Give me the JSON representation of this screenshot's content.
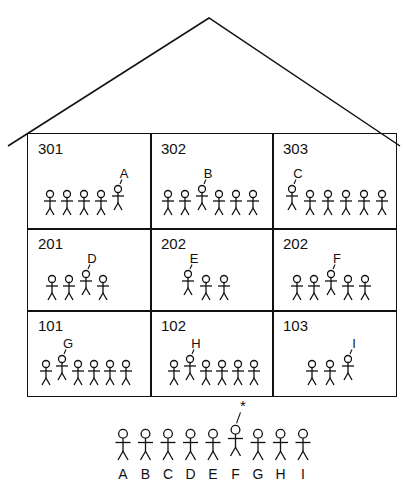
{
  "diagram": {
    "nodes": [
      {
        "text": [
          "301",
          "A"
        ]
      },
      {
        "text": [
          "302",
          "B"
        ]
      },
      {
        "text": [
          "303",
          "C"
        ]
      },
      {
        "text": [
          "201",
          "D"
        ]
      },
      {
        "text": [
          "202",
          "E"
        ]
      },
      {
        "text": [
          "202",
          "F"
        ]
      },
      {
        "text": [
          "101",
          "G"
        ]
      },
      {
        "text": [
          "102",
          "H"
        ]
      },
      {
        "text": [
          "103",
          "I"
        ]
      }
    ],
    "labels": [
      "*",
      "A",
      "B",
      "C",
      "D",
      "E",
      "F",
      "G",
      "H",
      "I"
    ]
  }
}
